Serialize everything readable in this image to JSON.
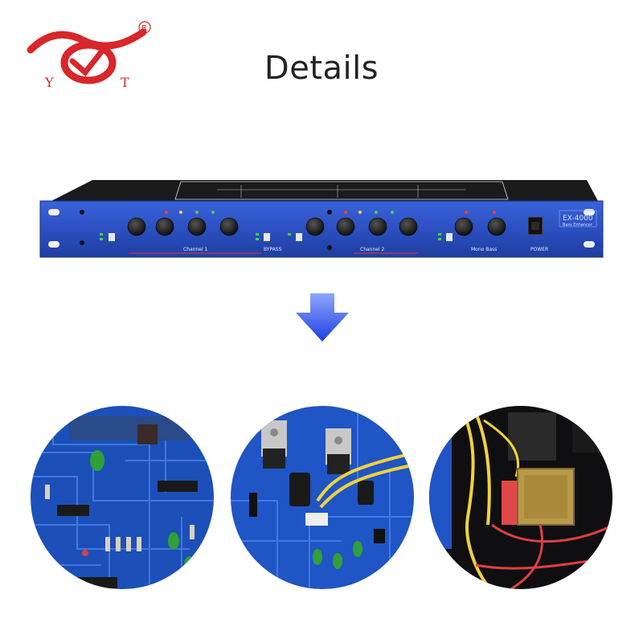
{
  "logo": {
    "letters": [
      "Y",
      "T"
    ],
    "registered_mark": "R",
    "color": "#d8262b"
  },
  "heading": "Details",
  "device": {
    "model": "EX-4000",
    "subtitle": "Bass Enhancer",
    "section_labels": [
      "Channel 1",
      "BYPASS",
      "Channel 2",
      "Mono Bass",
      "POWER"
    ],
    "panel_color": "#2f55c8"
  },
  "arrow_color": "#2a4fe0",
  "details": [
    {
      "name": "circuit-board-components"
    },
    {
      "name": "voltage-regulators-and-capacitors"
    },
    {
      "name": "power-transformer"
    }
  ]
}
